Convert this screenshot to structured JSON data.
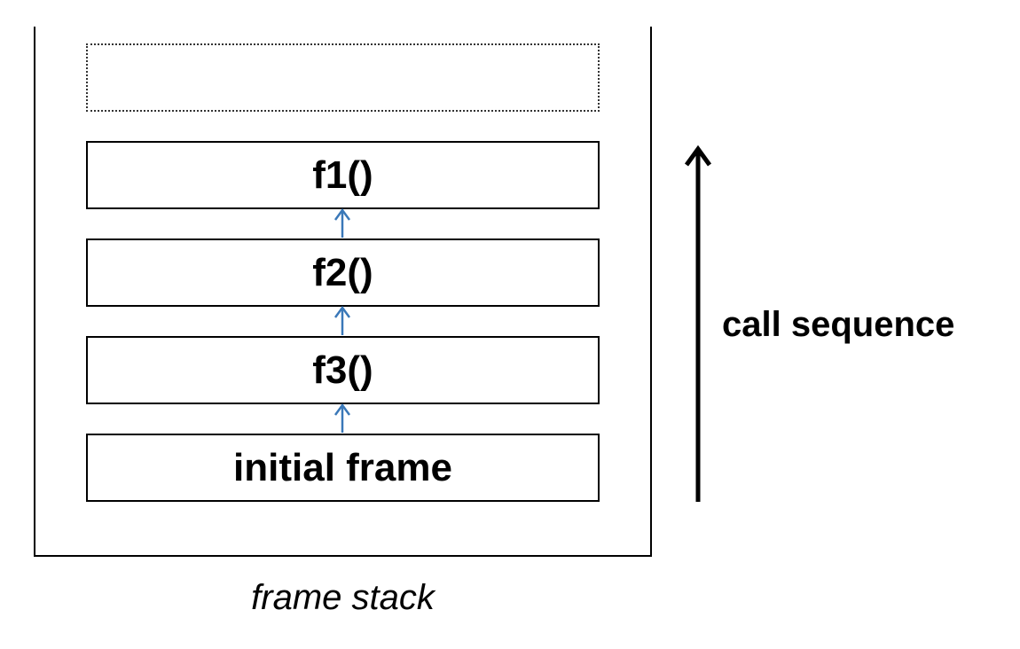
{
  "frames": [
    {
      "label": "f1()"
    },
    {
      "label": "f2()"
    },
    {
      "label": "f3()"
    },
    {
      "label": "initial frame"
    }
  ],
  "caption": "frame stack",
  "sequence_label": "call sequence",
  "colors": {
    "link_arrow": "#3a78b8",
    "border": "#000000"
  }
}
